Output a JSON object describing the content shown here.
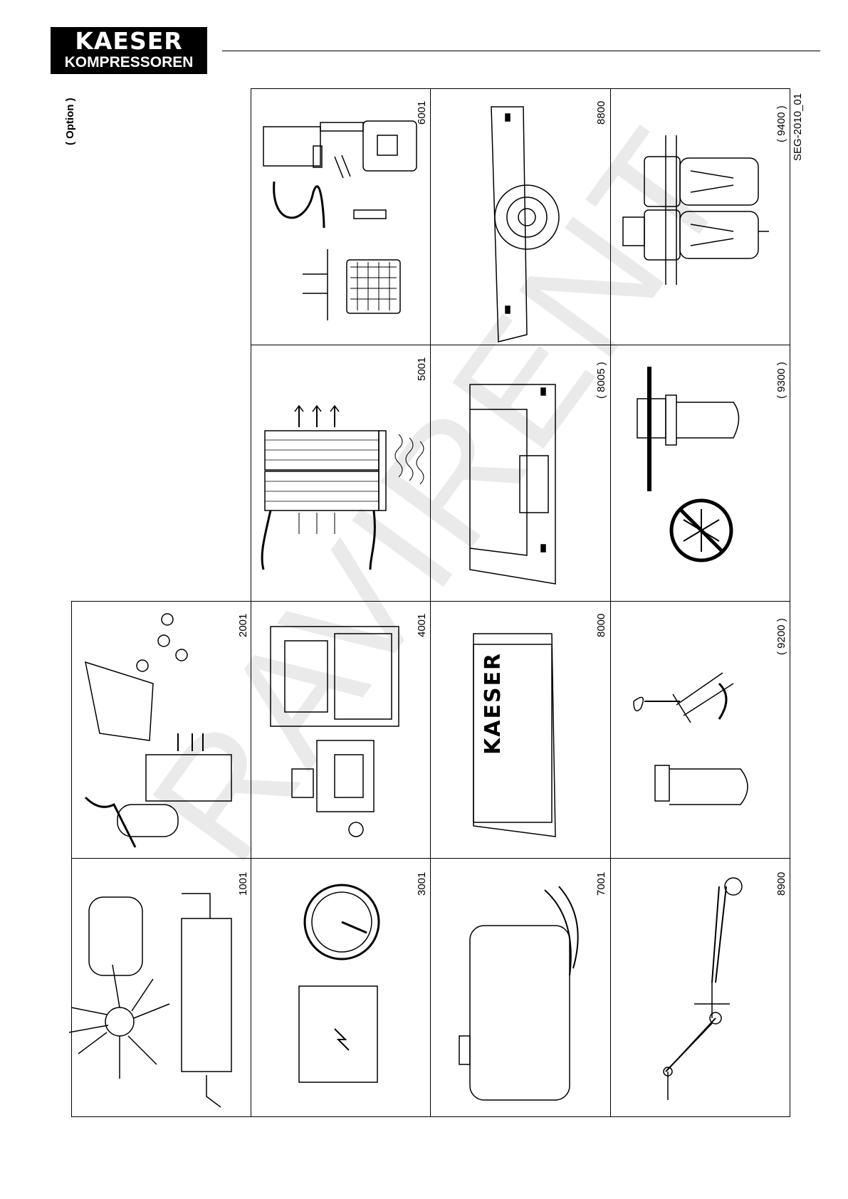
{
  "header": {
    "brand_line1": "KAESER",
    "brand_line2": "KOMPRESSOREN"
  },
  "side_label": "( Option )",
  "figure_id": "SEG-2010_01",
  "watermark": "RAVIRENT",
  "codes": {
    "c1001": "1001",
    "c2001": "2001",
    "c3001": "3001",
    "c4001": "4001",
    "c5001": "5001",
    "c6001": "6001",
    "c7001": "7001",
    "c8000": "8000",
    "c8005": "( 8005 )",
    "c8800": "8800",
    "c8900": "8900",
    "c9200": "( 9200 )",
    "c9300": "( 9300 )",
    "c9400": "( 9400 )"
  },
  "kaeser_tank_label": "KAESER"
}
